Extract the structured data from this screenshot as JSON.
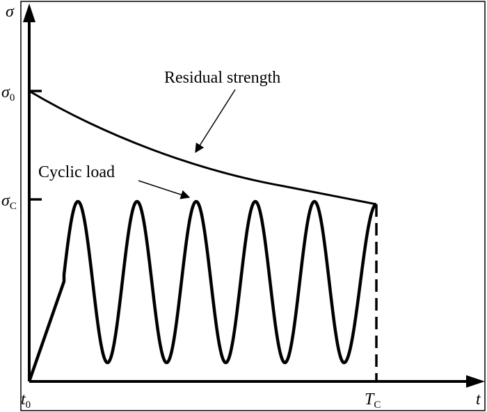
{
  "diagram": {
    "axes": {
      "y_label": "σ",
      "x_label": "t"
    },
    "ticks": {
      "sigma_0": {
        "base": "σ",
        "sub": "0"
      },
      "sigma_c": {
        "base": "σ",
        "sub": "C"
      },
      "t_0": {
        "base": "t",
        "sub": "0"
      },
      "t_c": {
        "base": "T",
        "sub": "C"
      }
    },
    "annotations": {
      "residual_strength": "Residual strength",
      "cyclic_load": "Cyclic load"
    },
    "cyclic_load": {
      "cycles": 5
    },
    "colors": {
      "line": "#000000",
      "background": "#ffffff"
    }
  }
}
